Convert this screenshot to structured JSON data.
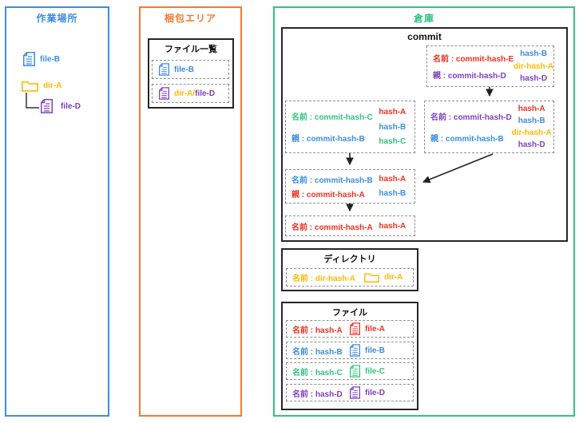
{
  "palette": {
    "blue": "#3d8ede",
    "red": "#ee3124",
    "green": "#33c481",
    "gold": "#ffb900",
    "purple": "#8040c0",
    "orange": "#ed7d31"
  },
  "work_area": {
    "title": "作業場所",
    "items": [
      {
        "label": "file-B",
        "color": "blue",
        "icon": "file-icon"
      },
      {
        "label": "dir-A",
        "color": "gold",
        "icon": "folder-icon"
      },
      {
        "label": "file-D",
        "color": "purple",
        "icon": "file-icon"
      }
    ]
  },
  "staging_area": {
    "title": "梱包エリア",
    "file_list": {
      "title": "ファイル一覧",
      "items": [
        {
          "icon_color": "blue",
          "parts": [
            {
              "text": "file-B",
              "color": "blue"
            }
          ]
        },
        {
          "icon_color": "purple",
          "parts": [
            {
              "text": "dir-A/",
              "color": "gold"
            },
            {
              "text": "file-D",
              "color": "purple"
            }
          ]
        }
      ]
    }
  },
  "repository": {
    "title": "倉庫",
    "commit_section": {
      "title": "commit",
      "nodes": [
        {
          "id": "E",
          "name_line": "名前 : commit-hash-E",
          "name_color": "red",
          "parent_line": "親 : commit-hash-D",
          "parent_color": "purple",
          "hashes": [
            {
              "text": "hash-B",
              "color": "blue"
            },
            {
              "text": "dir-hash-A",
              "color": "gold"
            },
            {
              "text": "hash-D",
              "color": "purple"
            }
          ]
        },
        {
          "id": "C",
          "name_line": "名前 : commit-hash-C",
          "name_color": "green",
          "parent_line": "親 : commit-hash-B",
          "parent_color": "blue",
          "hashes": [
            {
              "text": "hash-A",
              "color": "red"
            },
            {
              "text": "hash-B",
              "color": "blue"
            },
            {
              "text": "hash-C",
              "color": "green"
            }
          ]
        },
        {
          "id": "D",
          "name_line": "名前 : commit-hash-D",
          "name_color": "purple",
          "parent_line": "親 : commit-hash-B",
          "parent_color": "blue",
          "hashes": [
            {
              "text": "hash-A",
              "color": "red"
            },
            {
              "text": "hash-B",
              "color": "blue"
            },
            {
              "text": "dir-hash-A",
              "color": "gold"
            },
            {
              "text": "hash-D",
              "color": "purple"
            }
          ]
        },
        {
          "id": "B",
          "name_line": "名前 : commit-hash-B",
          "name_color": "blue",
          "parent_line": "親 : commit-hash-A",
          "parent_color": "red",
          "hashes": [
            {
              "text": "hash-A",
              "color": "red"
            },
            {
              "text": "hash-B",
              "color": "blue"
            }
          ]
        },
        {
          "id": "A",
          "name_line": "名前 : commit-hash-A",
          "name_color": "red",
          "hashes": [
            {
              "text": "hash-A",
              "color": "red"
            }
          ]
        }
      ]
    },
    "directory_section": {
      "title": "ディレクトリ",
      "rows": [
        {
          "name_line": "名前 : dir-hash-A",
          "color": "gold",
          "item_label": "dir-A",
          "item_color": "gold"
        }
      ]
    },
    "file_section": {
      "title": "ファイル",
      "rows": [
        {
          "name_line": "名前 : hash-A",
          "color": "red",
          "file_label": "file-A"
        },
        {
          "name_line": "名前 : hash-B",
          "color": "blue",
          "file_label": "file-B"
        },
        {
          "name_line": "名前 : hash-C",
          "color": "green",
          "file_label": "file-C"
        },
        {
          "name_line": "名前 : hash-D",
          "color": "purple",
          "file_label": "file-D"
        }
      ]
    }
  }
}
